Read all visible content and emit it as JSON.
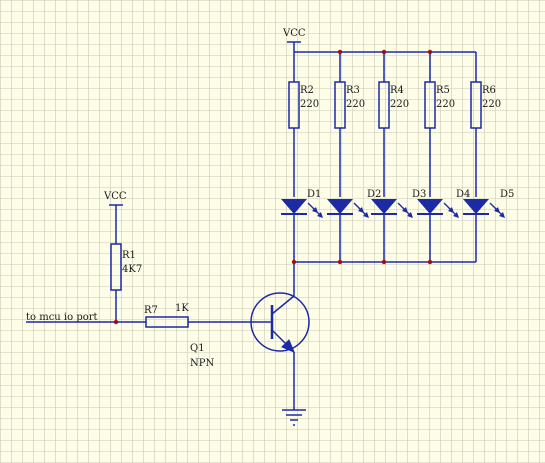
{
  "colors": {
    "background": "#fdfde8",
    "grid": "#c9c9b6",
    "wire": "#1c2aa6",
    "junction": "#a01010",
    "text": "#1a1a1a"
  },
  "nets": {
    "vcc_top": "VCC",
    "vcc_left": "VCC",
    "input_port": "to mcu io port"
  },
  "resistors": {
    "r1": {
      "ref": "R1",
      "value": "4K7"
    },
    "r2": {
      "ref": "R2",
      "value": "220"
    },
    "r3": {
      "ref": "R3",
      "value": "220"
    },
    "r4": {
      "ref": "R4",
      "value": "220"
    },
    "r5": {
      "ref": "R5",
      "value": "220"
    },
    "r6": {
      "ref": "R6",
      "value": "220"
    },
    "r7": {
      "ref": "R7",
      "value": "1K"
    }
  },
  "leds": [
    "D1",
    "D2",
    "D3",
    "D4",
    "D5"
  ],
  "transistor": {
    "ref": "Q1",
    "type": "NPN"
  },
  "icons": [
    "vcc-icon",
    "ground-icon",
    "resistor-icon",
    "led-icon",
    "npn-transistor-icon"
  ]
}
